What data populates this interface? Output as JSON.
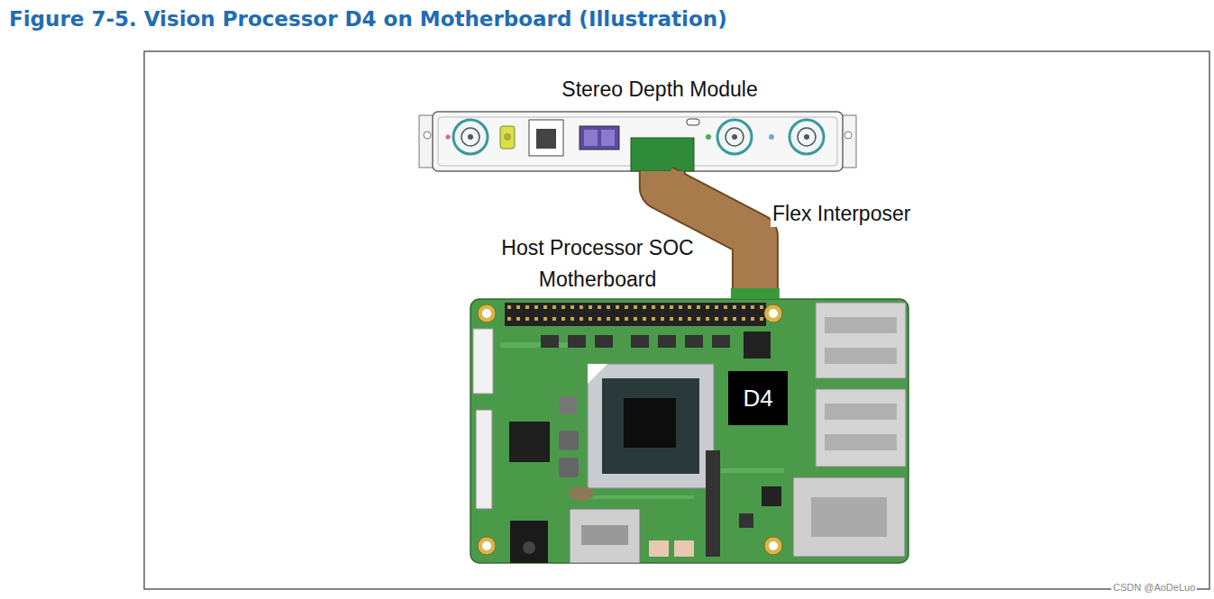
{
  "diagram": {
    "title": "Figure 7-5. Vision Processor D4 on Motherboard (Illustration)",
    "nodes": [
      {
        "text": [
          "Stereo Depth Module"
        ]
      },
      {
        "text": [
          "Host Processor SOC Motherboard"
        ]
      },
      {
        "text": [
          "D4"
        ],
        "in": 1
      }
    ],
    "edges": [
      {
        "from": 0,
        "to": 1,
        "arrow": "none",
        "label": "Flex Interposer"
      }
    ],
    "labels": [
      "CSDN @AoDeLuo"
    ]
  }
}
